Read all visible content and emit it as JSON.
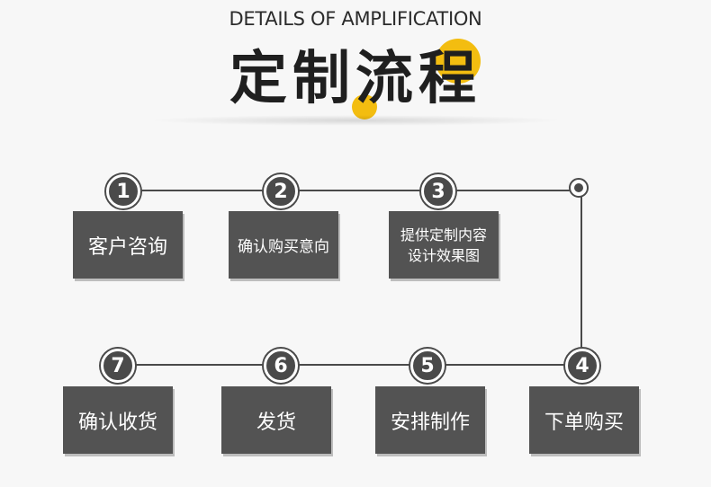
{
  "header": {
    "subtitle": "DETAILS OF AMPLIFICATION",
    "title": "定制流程"
  },
  "steps": [
    {
      "number": "1",
      "label": "客户咨询"
    },
    {
      "number": "2",
      "label": "确认购买意向"
    },
    {
      "number": "3",
      "label_line1": "提供定制内容",
      "label_line2": "设计效果图"
    },
    {
      "number": "4",
      "label": "下单购买"
    },
    {
      "number": "5",
      "label": "安排制作"
    },
    {
      "number": "6",
      "label": "发货"
    },
    {
      "number": "7",
      "label": "确认收货"
    }
  ],
  "colors": {
    "accent": "#f3bd10",
    "box": "#535353",
    "line": "#4a4a4a",
    "background": "#f7f7f7"
  }
}
